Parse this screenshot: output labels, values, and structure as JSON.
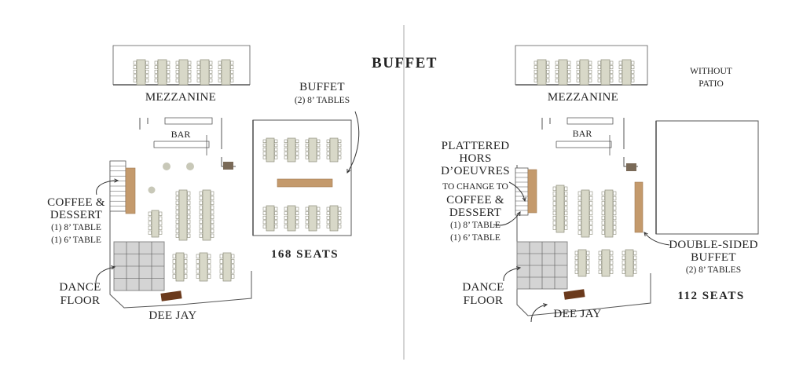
{
  "title": "BUFFET",
  "colors": {
    "table": "#d8d8c8",
    "table_stroke": "#8e8e7c",
    "station": "#c49a6c",
    "dance_floor": "#d4d4d4",
    "djbooth": "#6b3a1c",
    "wall": "#555555",
    "fixture": "#7a6a58",
    "round_table": "#c8c8b8"
  },
  "left_plan": {
    "mezzanine_label": "MEZZANINE",
    "bar_label": "BAR",
    "buffet": {
      "line1": "BUFFET",
      "line2": "(2) 8’ TABLES"
    },
    "coffee": {
      "line1": "COFFEE &",
      "line2": "DESSERT",
      "line3": "(1) 8’ TABLE",
      "line4": "(1) 6’ TABLE"
    },
    "dance": {
      "line1": "DANCE",
      "line2": "FLOOR"
    },
    "deejay_label": "DEE JAY",
    "seats_label": "168 SEATS"
  },
  "right_plan": {
    "without_patio": {
      "line1": "WITHOUT",
      "line2": "PATIO"
    },
    "mezzanine_label": "MEZZANINE",
    "bar_label": "BAR",
    "plattered": {
      "line1": "PLATTERED",
      "line2": "HORS",
      "line3": "D’OEUVRES",
      "line4": "TO CHANGE TO",
      "line5": "COFFEE &",
      "line6": "DESSERT",
      "line7": "(1) 8’ TABLE",
      "line8": "(1) 6’ TABLE"
    },
    "double": {
      "line1": "DOUBLE-SIDED",
      "line2": "BUFFET",
      "line3": "(2) 8’ TABLES"
    },
    "dance": {
      "line1": "DANCE",
      "line2": "FLOOR"
    },
    "deejay_label": "DEE JAY",
    "seats_label": "112 SEATS"
  }
}
